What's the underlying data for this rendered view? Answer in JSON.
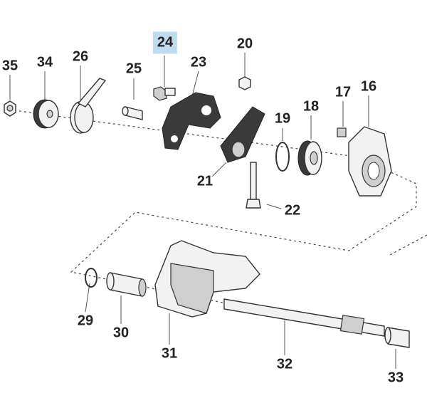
{
  "diagram": {
    "highlighted_part": "24",
    "highlight_color": "#bfdcec",
    "labels": [
      "35",
      "34",
      "26",
      "25",
      "24",
      "23",
      "20",
      "17",
      "16",
      "18",
      "19",
      "21",
      "22",
      "29",
      "30",
      "31",
      "32",
      "33"
    ]
  }
}
